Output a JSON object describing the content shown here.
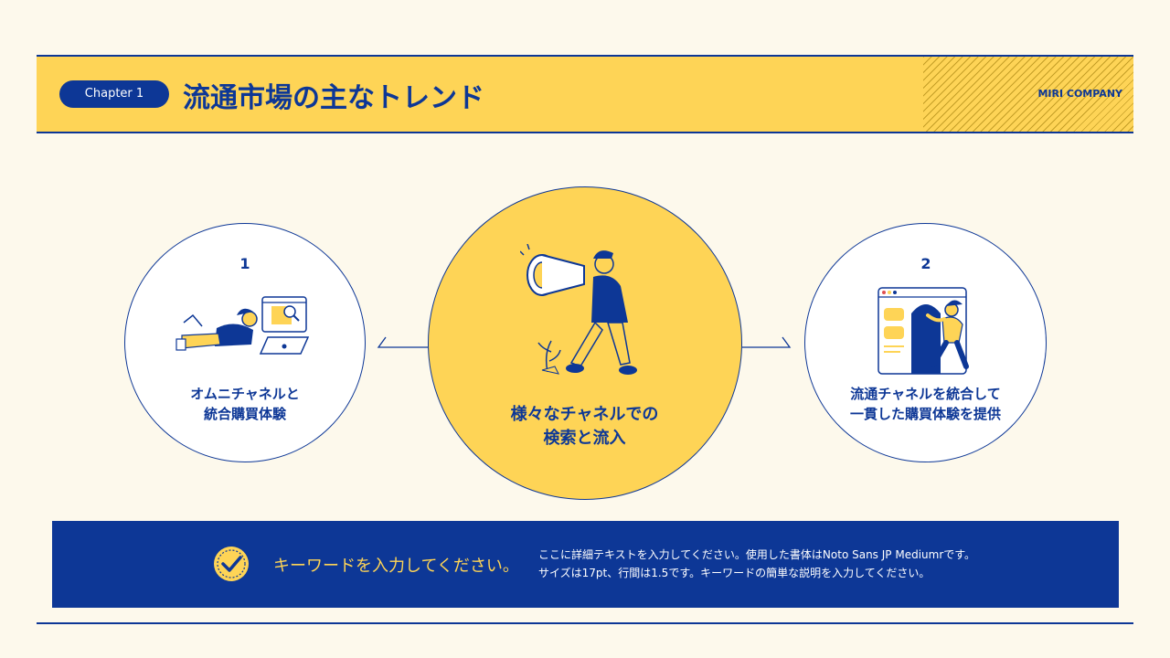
{
  "header": {
    "chapter": "Chapter 1",
    "title": "流通市場の主なトレンド",
    "company": "MIRI COMPANY"
  },
  "steps": {
    "left": {
      "number": "1",
      "caption_line1": "オムニチャネルと",
      "caption_line2": "統合購買体験",
      "illustration": "person-lying-laptop-illustration"
    },
    "center": {
      "caption_line1": "様々なチャネルでの",
      "caption_line2": "検索と流入",
      "illustration": "person-with-telescope-illustration"
    },
    "right": {
      "number": "2",
      "caption_line1": "流通チャネルを統合して",
      "caption_line2": "一貫した購買体験を提供",
      "illustration": "person-stepping-out-of-browser-illustration"
    }
  },
  "footer": {
    "keyword": "キーワードを入力してください。",
    "description_line1": "ここに詳細テキストを入力してください。使用した書体はNoto Sans JP Mediumrです。",
    "description_line2": "サイズは17pt、行間は1.5です。キーワードの簡単な説明を入力してください。",
    "icon": "check-circle-icon"
  },
  "colors": {
    "navy": "#0d3796",
    "yellow": "#fed456",
    "background": "#fdf9ec"
  }
}
